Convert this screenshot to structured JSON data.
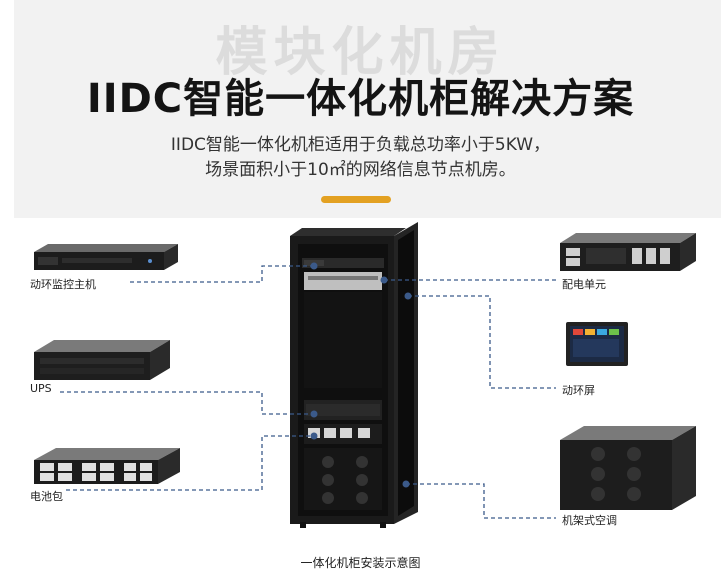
{
  "watermark": "模块化机房",
  "title": "IIDC智能一体化机柜解决方案",
  "subtitle_lines": [
    "IIDC智能一体化机柜适用于负载总功率小于5KW，",
    "场景面积小于10㎡的网络信息节点机房。"
  ],
  "colors": {
    "accent": "#e3a122",
    "line": "#3b5a8a",
    "cabinet": "#151515",
    "header_bg": "#f2f2f2"
  },
  "components_left": [
    {
      "label": "动环监控主机",
      "icon": "rack-server-1u"
    },
    {
      "label": "UPS",
      "icon": "rack-ups-2u"
    },
    {
      "label": "电池包",
      "icon": "rack-battery-pack"
    }
  ],
  "components_right": [
    {
      "label": "配电单元",
      "icon": "power-distribution-unit"
    },
    {
      "label": "动环屏",
      "icon": "monitor-screen"
    },
    {
      "label": "机架式空调",
      "icon": "rack-air-conditioner"
    }
  ],
  "caption": "一体化机柜安装示意图"
}
